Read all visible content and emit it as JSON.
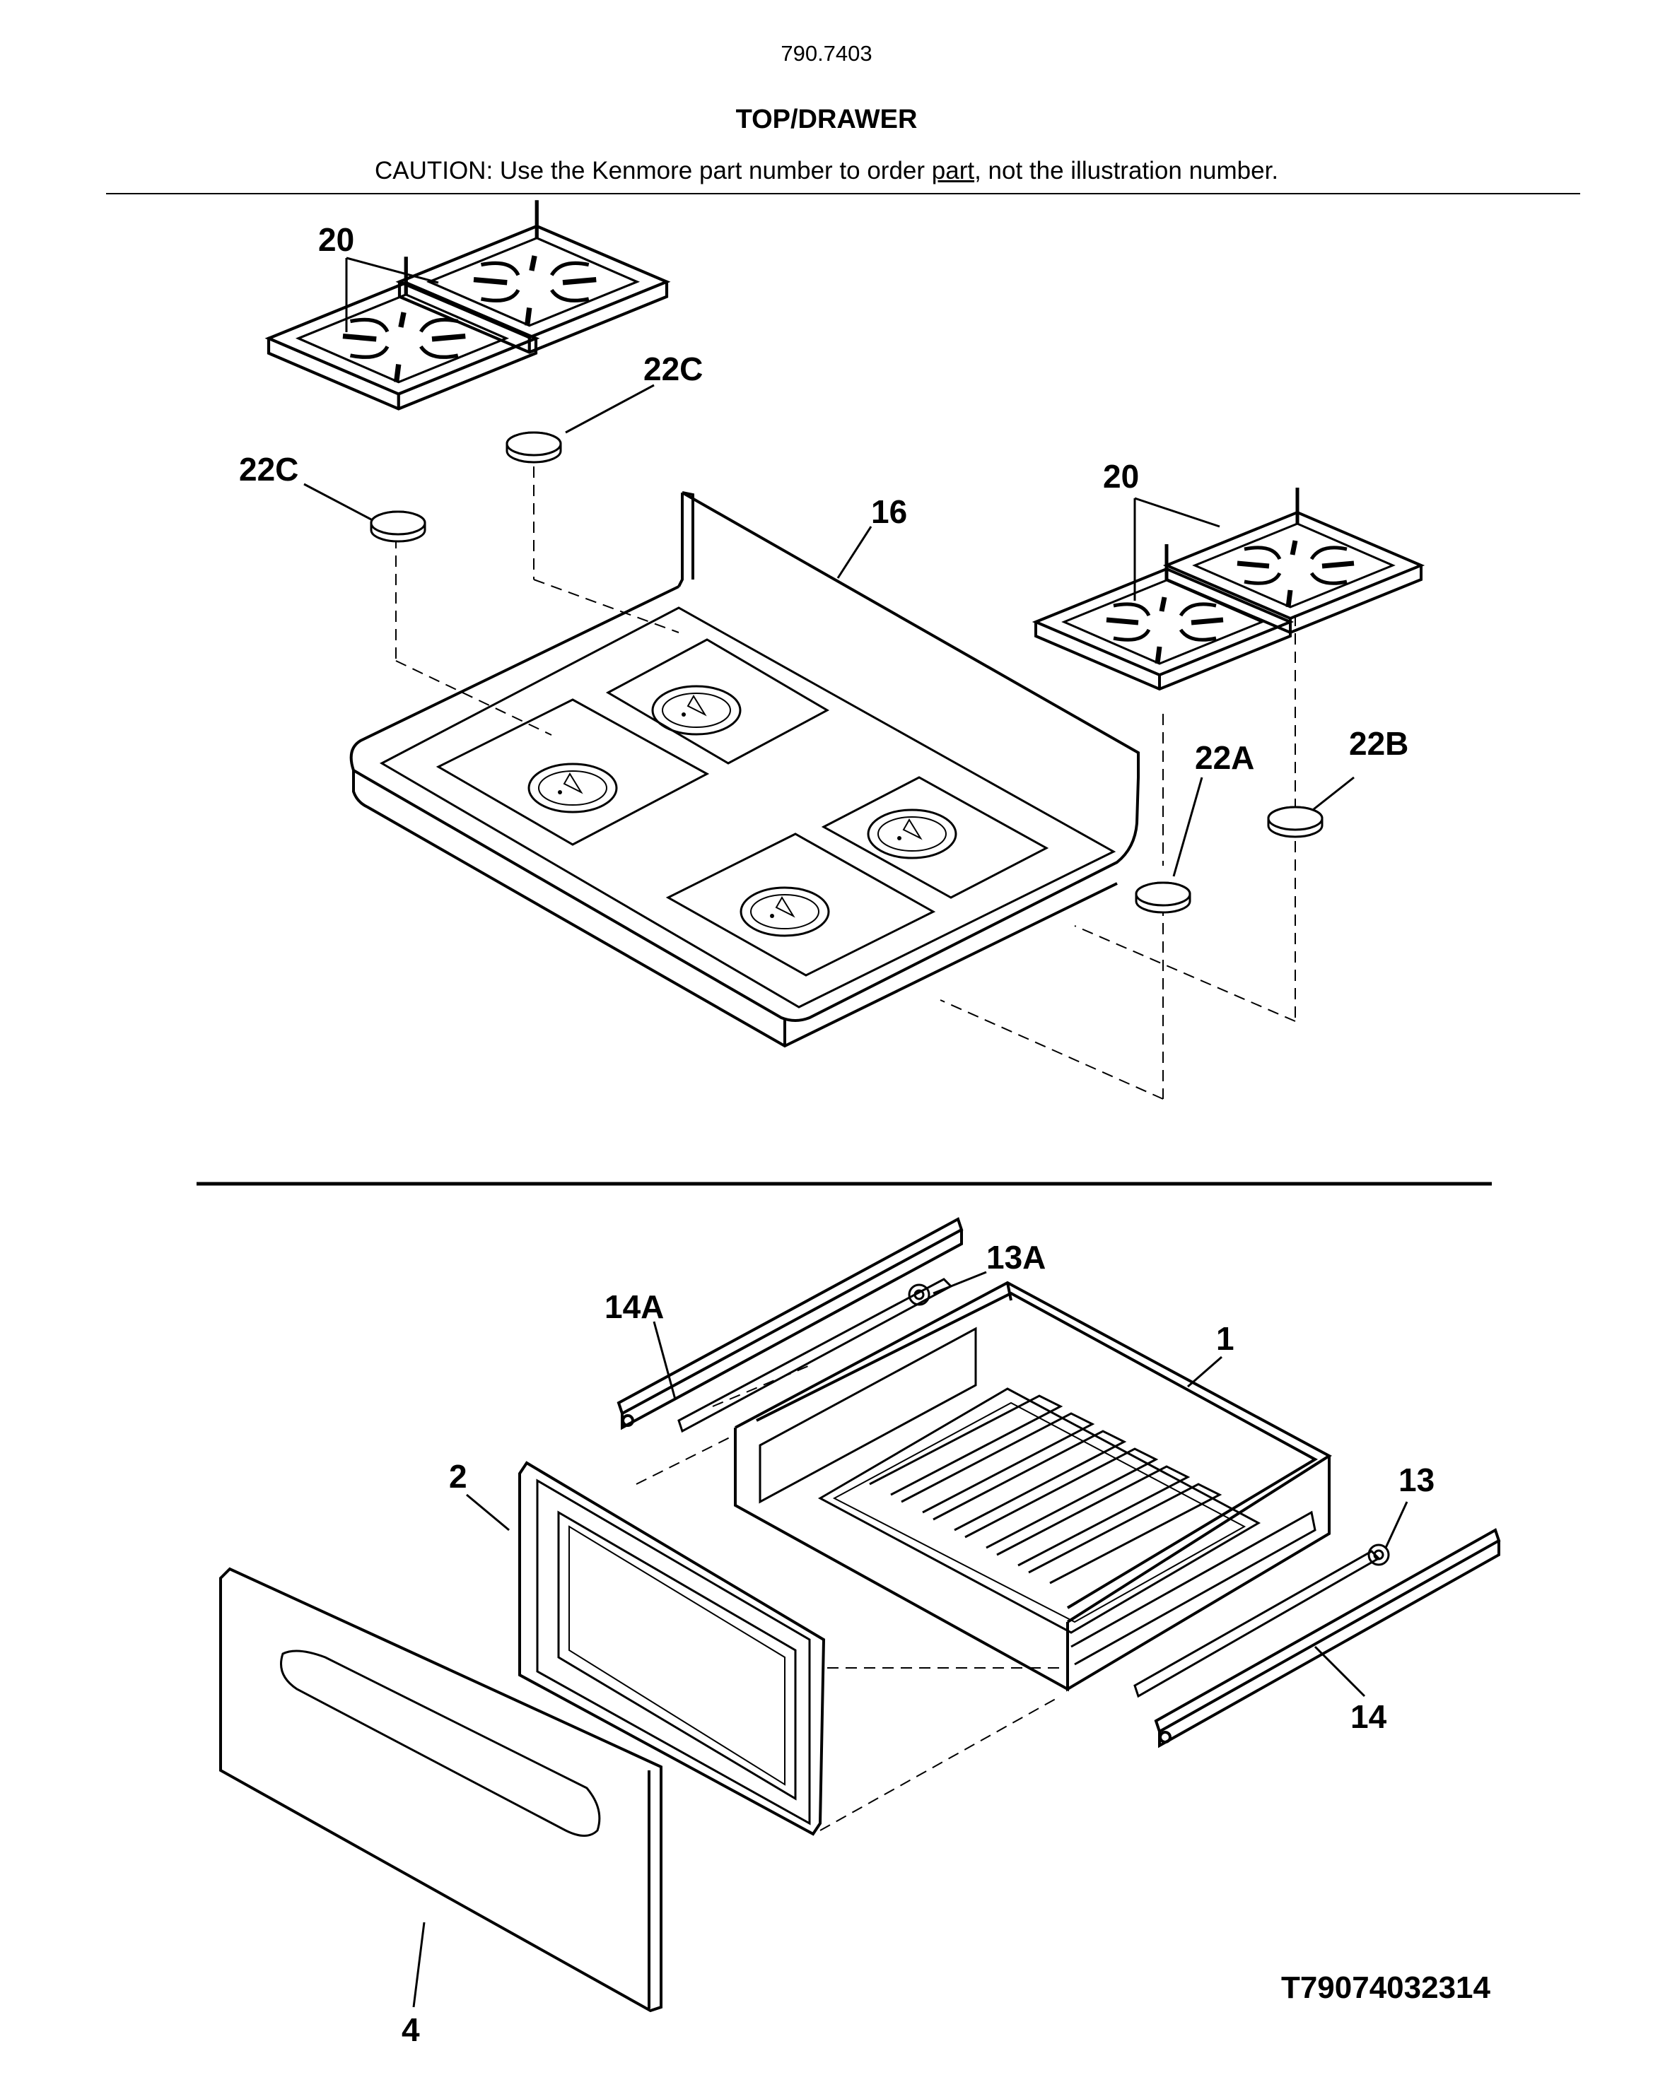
{
  "header": {
    "model_number": "790.7403",
    "title": "TOP/DRAWER",
    "caution_before": "CAUTION: Use the Kenmore part number to order ",
    "caution_link": "part",
    "caution_after": ", not the illustration number."
  },
  "callouts": {
    "grate_left": "20",
    "grate_right": "20",
    "foot_left_a": "22C",
    "foot_left_b": "22C",
    "cooktop": "16",
    "foot_22a": "22A",
    "foot_22b": "22B",
    "slide_14a": "14A",
    "roller_13a": "13A",
    "drawer_body": "1",
    "drawer_front_panel": "2",
    "drawer_front": "4",
    "roller_13": "13",
    "slide_14": "14"
  },
  "footer": {
    "diagram_code": "T79074032314"
  }
}
